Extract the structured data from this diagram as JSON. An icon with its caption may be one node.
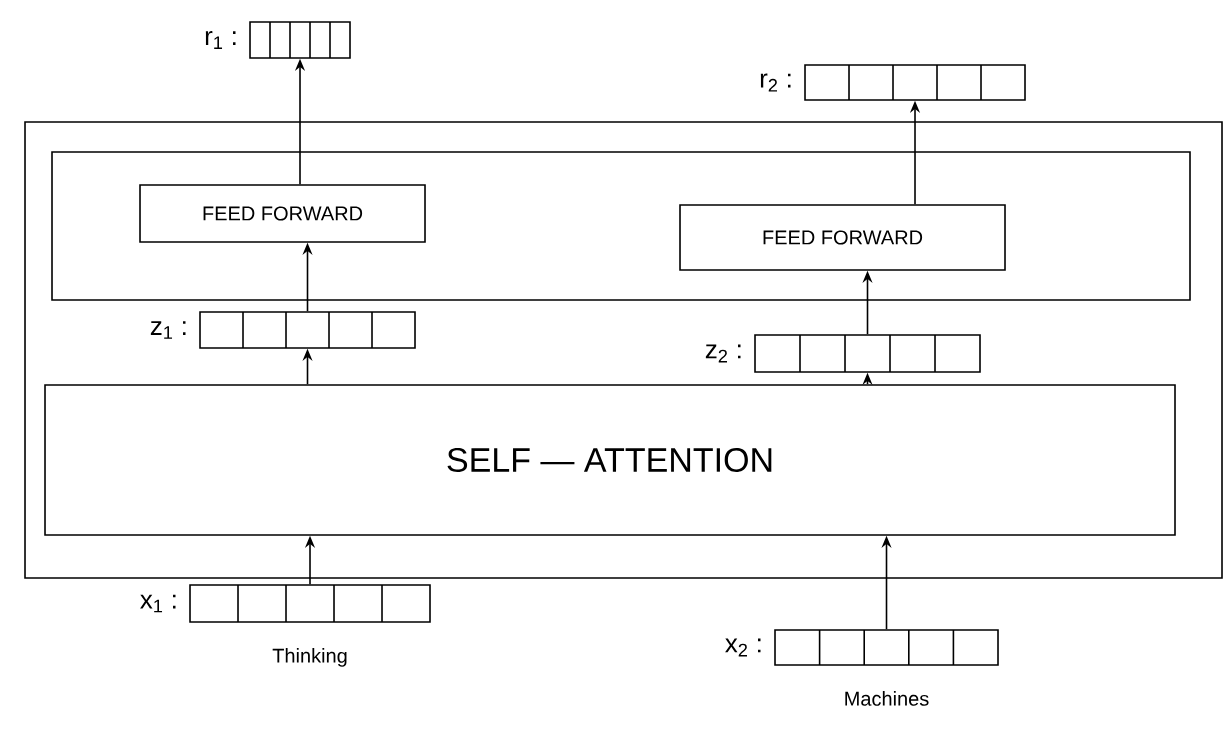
{
  "diagram": {
    "nodes": [
      {
        "text": [
          "r$_{1}$ :"
        ]
      },
      {
        "text": [
          "r$_{2}$ :"
        ]
      },
      {
        "text": [],
        "shape": "box"
      },
      {
        "text": [],
        "shape": "box",
        "in": 2
      },
      {
        "text": [
          "FEED FORWARD"
        ],
        "in": 3
      },
      {
        "text": [
          "FEED FORWARD"
        ],
        "in": 3
      },
      {
        "text": [
          "z$_{1}$ :"
        ],
        "in": 2
      },
      {
        "text": [
          "z$_{2}$ :"
        ],
        "in": 2
      },
      {
        "text": [
          "SELF — ATTENTION"
        ],
        "in": 2
      },
      {
        "text": [
          "x$_{1}$ :"
        ],
        "beside": [
          "Thinking"
        ]
      },
      {
        "text": [
          "x$_{2}$ :"
        ],
        "beside": [
          "Machines"
        ]
      }
    ],
    "edges": [
      {
        "from": 9,
        "to": 8,
        "arrow": "to"
      },
      {
        "from": 10,
        "to": 8,
        "arrow": "to"
      },
      {
        "from": 8,
        "to": 6,
        "arrow": "to"
      },
      {
        "from": 8,
        "to": 7,
        "arrow": "to"
      },
      {
        "from": 6,
        "to": 4,
        "arrow": "to"
      },
      {
        "from": 7,
        "to": 5,
        "arrow": "to"
      },
      {
        "from": 4,
        "to": 0,
        "arrow": "to"
      },
      {
        "from": 5,
        "to": 1,
        "arrow": "to"
      }
    ]
  }
}
